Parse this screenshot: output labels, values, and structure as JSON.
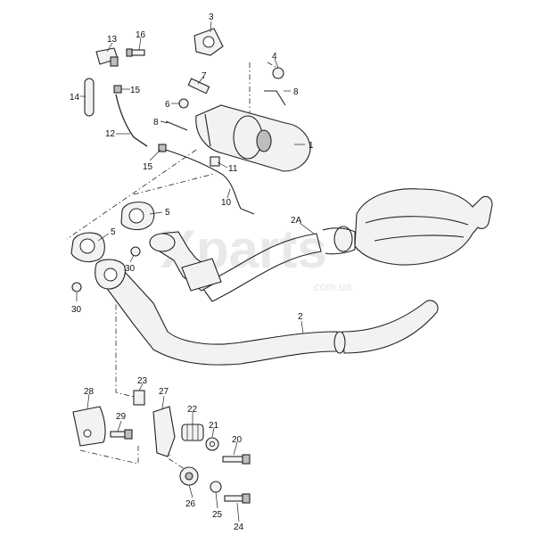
{
  "watermark": {
    "brand": "Xparts",
    "domain": "com.ua"
  },
  "labels": [
    {
      "id": "l1",
      "text": "1"
    },
    {
      "id": "l2",
      "text": "2"
    },
    {
      "id": "l2a",
      "text": "2A"
    },
    {
      "id": "l3",
      "text": "3"
    },
    {
      "id": "l4",
      "text": "4"
    },
    {
      "id": "l5a",
      "text": "5"
    },
    {
      "id": "l5b",
      "text": "5"
    },
    {
      "id": "l6",
      "text": "6"
    },
    {
      "id": "l7",
      "text": "7"
    },
    {
      "id": "l8a",
      "text": "8"
    },
    {
      "id": "l8b",
      "text": "8"
    },
    {
      "id": "l10",
      "text": "10"
    },
    {
      "id": "l11",
      "text": "11"
    },
    {
      "id": "l12",
      "text": "12"
    },
    {
      "id": "l13",
      "text": "13"
    },
    {
      "id": "l14",
      "text": "14"
    },
    {
      "id": "l15a",
      "text": "15"
    },
    {
      "id": "l15b",
      "text": "15"
    },
    {
      "id": "l16",
      "text": "16"
    },
    {
      "id": "l20",
      "text": "20"
    },
    {
      "id": "l21",
      "text": "21"
    },
    {
      "id": "l22",
      "text": "22"
    },
    {
      "id": "l23",
      "text": "23"
    },
    {
      "id": "l24",
      "text": "24"
    },
    {
      "id": "l25",
      "text": "25"
    },
    {
      "id": "l26",
      "text": "26"
    },
    {
      "id": "l27",
      "text": "27"
    },
    {
      "id": "l28",
      "text": "28"
    },
    {
      "id": "l29",
      "text": "29"
    },
    {
      "id": "l30a",
      "text": "30"
    },
    {
      "id": "l30b",
      "text": "30"
    }
  ]
}
